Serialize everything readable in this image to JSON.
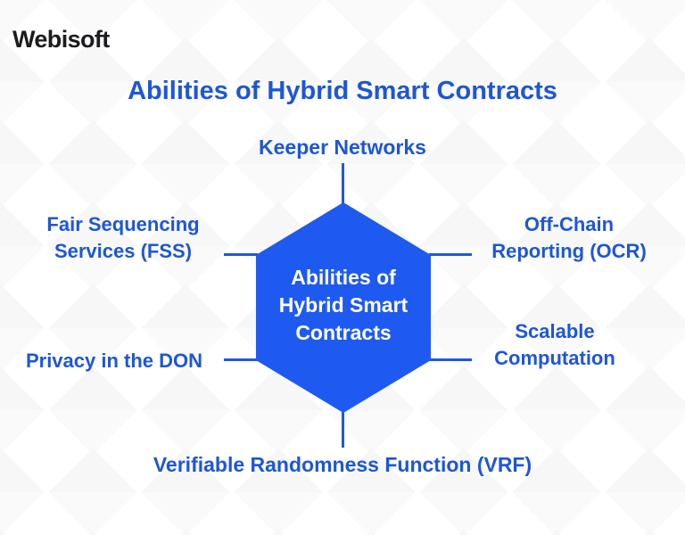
{
  "brand": {
    "logo_text": "Webisoft"
  },
  "title": "Abilities of Hybrid Smart Contracts",
  "colors": {
    "accent_text_blue": "#1e56d6",
    "hexagon_blue": "#1f5af0",
    "connector_blue": "#2157e0",
    "logo_black": "#1c1c1e",
    "center_text": "#ffffff",
    "background": "#ffffff"
  },
  "diagram": {
    "center": {
      "lines": [
        "Abilities of",
        "Hybrid Smart",
        "Contracts"
      ]
    },
    "nodes": {
      "top": {
        "label": "Keeper Networks"
      },
      "left_upper": {
        "lines": [
          "Fair Sequencing",
          "Services (FSS)"
        ]
      },
      "right_upper": {
        "lines": [
          "Off-Chain",
          "Reporting (OCR)"
        ]
      },
      "left_lower": {
        "label": "Privacy in the DON"
      },
      "right_lower": {
        "lines": [
          "Scalable",
          "Computation"
        ]
      },
      "bottom": {
        "label": "Verifiable Randomness Function (VRF)"
      }
    }
  }
}
